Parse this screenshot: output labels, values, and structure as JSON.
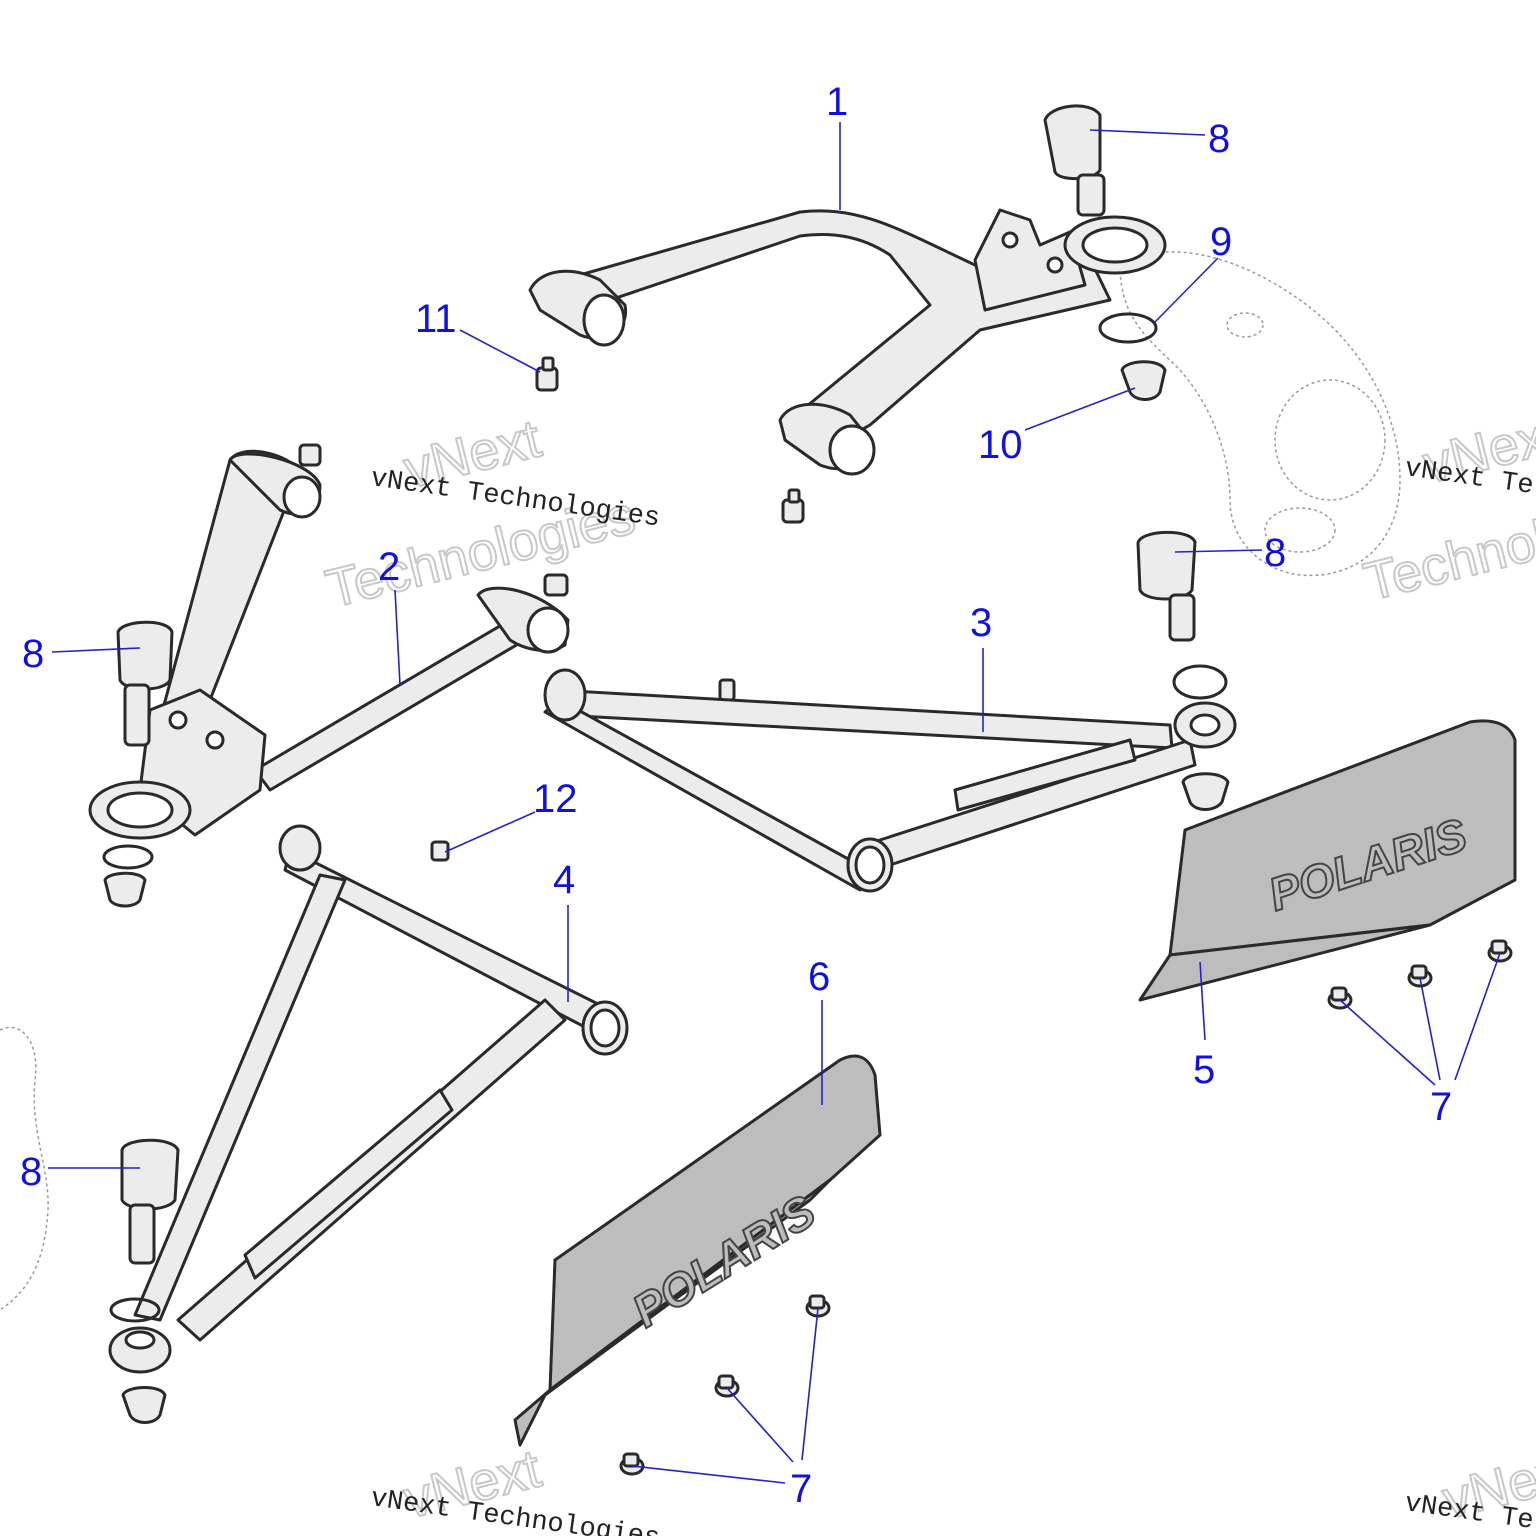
{
  "callouts": {
    "c1": "1",
    "c2": "2",
    "c3": "3",
    "c4": "4",
    "c5": "5",
    "c6": "6",
    "c7": "7",
    "c8": "8",
    "c9": "9",
    "c10": "10",
    "c11": "11",
    "c12": "12"
  },
  "logo": "POLARIS",
  "watermark": {
    "line1": "vNext",
    "line2": "Technologies",
    "full": "vNext Technologies",
    "partial": "vNext Te"
  },
  "colors": {
    "callout": "#1111dd",
    "leader": "#2222cc",
    "part_fill": "#ececec",
    "guard_fill": "#bdbdbd"
  }
}
